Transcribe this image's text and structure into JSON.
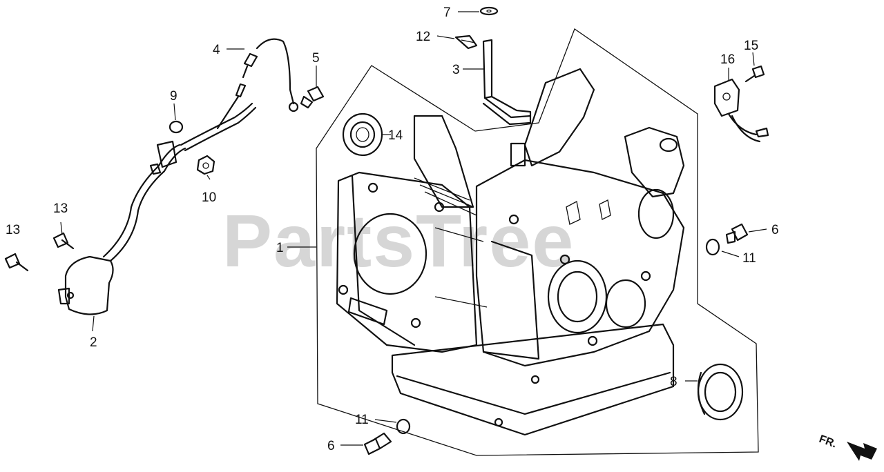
{
  "watermark": {
    "text": "PartsTree"
  },
  "direction": {
    "label": "FR."
  },
  "callouts": [
    {
      "id": "callout-7",
      "text": "7"
    },
    {
      "id": "callout-12",
      "text": "12"
    },
    {
      "id": "callout-3",
      "text": "3"
    },
    {
      "id": "callout-4",
      "text": "4"
    },
    {
      "id": "callout-5",
      "text": "5"
    },
    {
      "id": "callout-9",
      "text": "9"
    },
    {
      "id": "callout-14",
      "text": "14"
    },
    {
      "id": "callout-10",
      "text": "10"
    },
    {
      "id": "callout-13a",
      "text": "13"
    },
    {
      "id": "callout-13b",
      "text": "13"
    },
    {
      "id": "callout-1",
      "text": "1"
    },
    {
      "id": "callout-2",
      "text": "2"
    },
    {
      "id": "callout-16",
      "text": "16"
    },
    {
      "id": "callout-15",
      "text": "15"
    },
    {
      "id": "callout-6a",
      "text": "6"
    },
    {
      "id": "callout-11a",
      "text": "11"
    },
    {
      "id": "callout-8",
      "text": "8"
    },
    {
      "id": "callout-11b",
      "text": "11"
    },
    {
      "id": "callout-6b",
      "text": "6"
    }
  ]
}
